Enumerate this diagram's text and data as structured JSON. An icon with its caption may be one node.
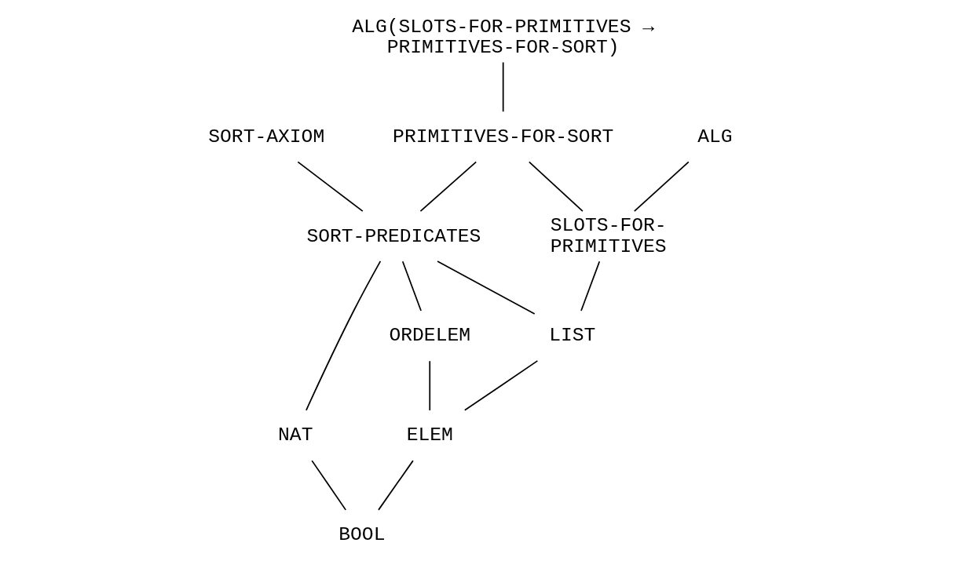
{
  "diagram": {
    "nodes": [
      {
        "text": [
          "SORT-AXIOM"
        ]
      },
      {
        "text": [
          "ALG(SLOTS-FOR-PRIMITIVES → PRIMITIVES-FOR-SORT)"
        ]
      },
      {
        "text": [
          "ALG"
        ]
      },
      {
        "text": [
          "PRIMITIVES-FOR-SORT"
        ]
      },
      {
        "text": [
          "SORT-PREDICATES"
        ]
      },
      {
        "text": [
          "SLOTS-FOR- PRIMITIVES"
        ]
      },
      {
        "text": [
          "LIST"
        ]
      },
      {
        "text": [
          "ORDELEM"
        ]
      },
      {
        "text": [
          "ELEM"
        ]
      },
      {
        "text": [
          "NAT"
        ]
      },
      {
        "text": [
          "BOOL"
        ]
      }
    ],
    "edges": [
      {
        "from": 0,
        "to": 4,
        "arrow": "none"
      },
      {
        "from": 1,
        "to": 3,
        "arrow": "none"
      },
      {
        "from": 3,
        "to": 4,
        "arrow": "none"
      },
      {
        "from": 3,
        "to": 5,
        "arrow": "none"
      },
      {
        "from": 2,
        "to": 5,
        "arrow": "none"
      },
      {
        "from": 4,
        "to": 6,
        "arrow": "none"
      },
      {
        "from": 4,
        "to": 7,
        "arrow": "none"
      },
      {
        "from": 4,
        "to": 9,
        "arrow": "none"
      },
      {
        "from": 5,
        "to": 6,
        "arrow": "none"
      },
      {
        "from": 6,
        "to": 8,
        "arrow": "none"
      },
      {
        "from": 7,
        "to": 8,
        "arrow": "none"
      },
      {
        "from": 8,
        "to": 10,
        "arrow": "none"
      },
      {
        "from": 9,
        "to": 10,
        "arrow": "none"
      }
    ]
  }
}
